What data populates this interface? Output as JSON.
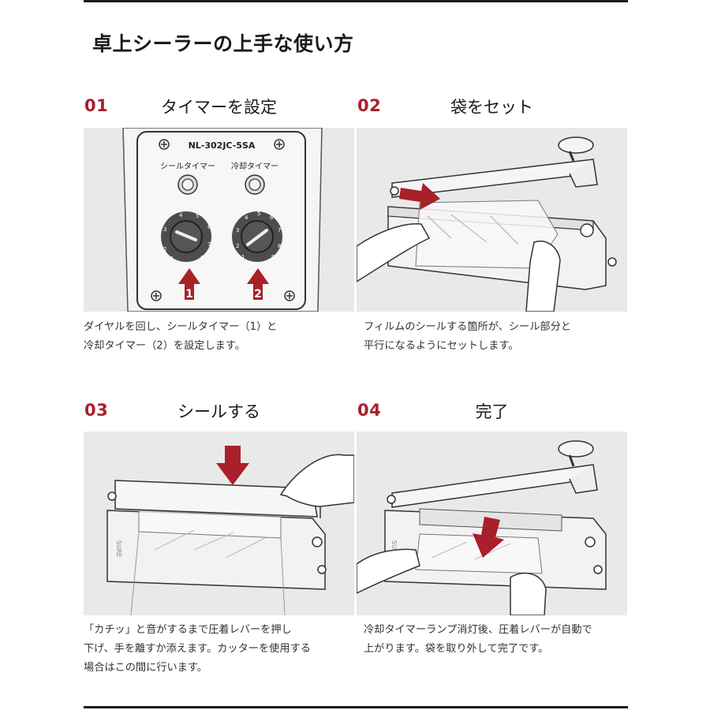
{
  "page": {
    "title": "卓上シーラーの上手な使い方"
  },
  "colors": {
    "accent": "#a8202a",
    "panel_bg": "#e9e9e9",
    "text": "#333333"
  },
  "steps": [
    {
      "number": "01",
      "title": "タイマーを設定",
      "description": "ダイヤルを回し、シールタイマー（1）と\n冷却タイマー（2）を設定します。",
      "panel": {
        "model": "NL-302JC-5SA",
        "left_label": "シールタイマー",
        "right_label": "冷却タイマー",
        "dial_marks_left": [
          "1",
          "2",
          "3",
          "4",
          "5",
          "6",
          "7",
          "8"
        ],
        "dial_marks_right": [
          "1",
          "2",
          "3",
          "4",
          "5",
          "6",
          "7",
          "8",
          "9"
        ],
        "marker_1": "1",
        "marker_2": "2"
      }
    },
    {
      "number": "02",
      "title": "袋をセット",
      "description": "フィルムのシールする箇所が、シール部分と\n平行になるようにセットします。"
    },
    {
      "number": "03",
      "title": "シールする",
      "description": "「カチッ」と音がするまで圧着レバーを押し\n下げ、手を離すか添えます。カッターを使用する\n場合はこの間に行います。",
      "panel": {
        "brand": "SURE"
      }
    },
    {
      "number": "04",
      "title": "完了",
      "description": "冷却タイマーランプ消灯後、圧着レバーが自動で\n上がります。袋を取り外して完了です。",
      "panel": {
        "brand": "SURE"
      }
    }
  ]
}
